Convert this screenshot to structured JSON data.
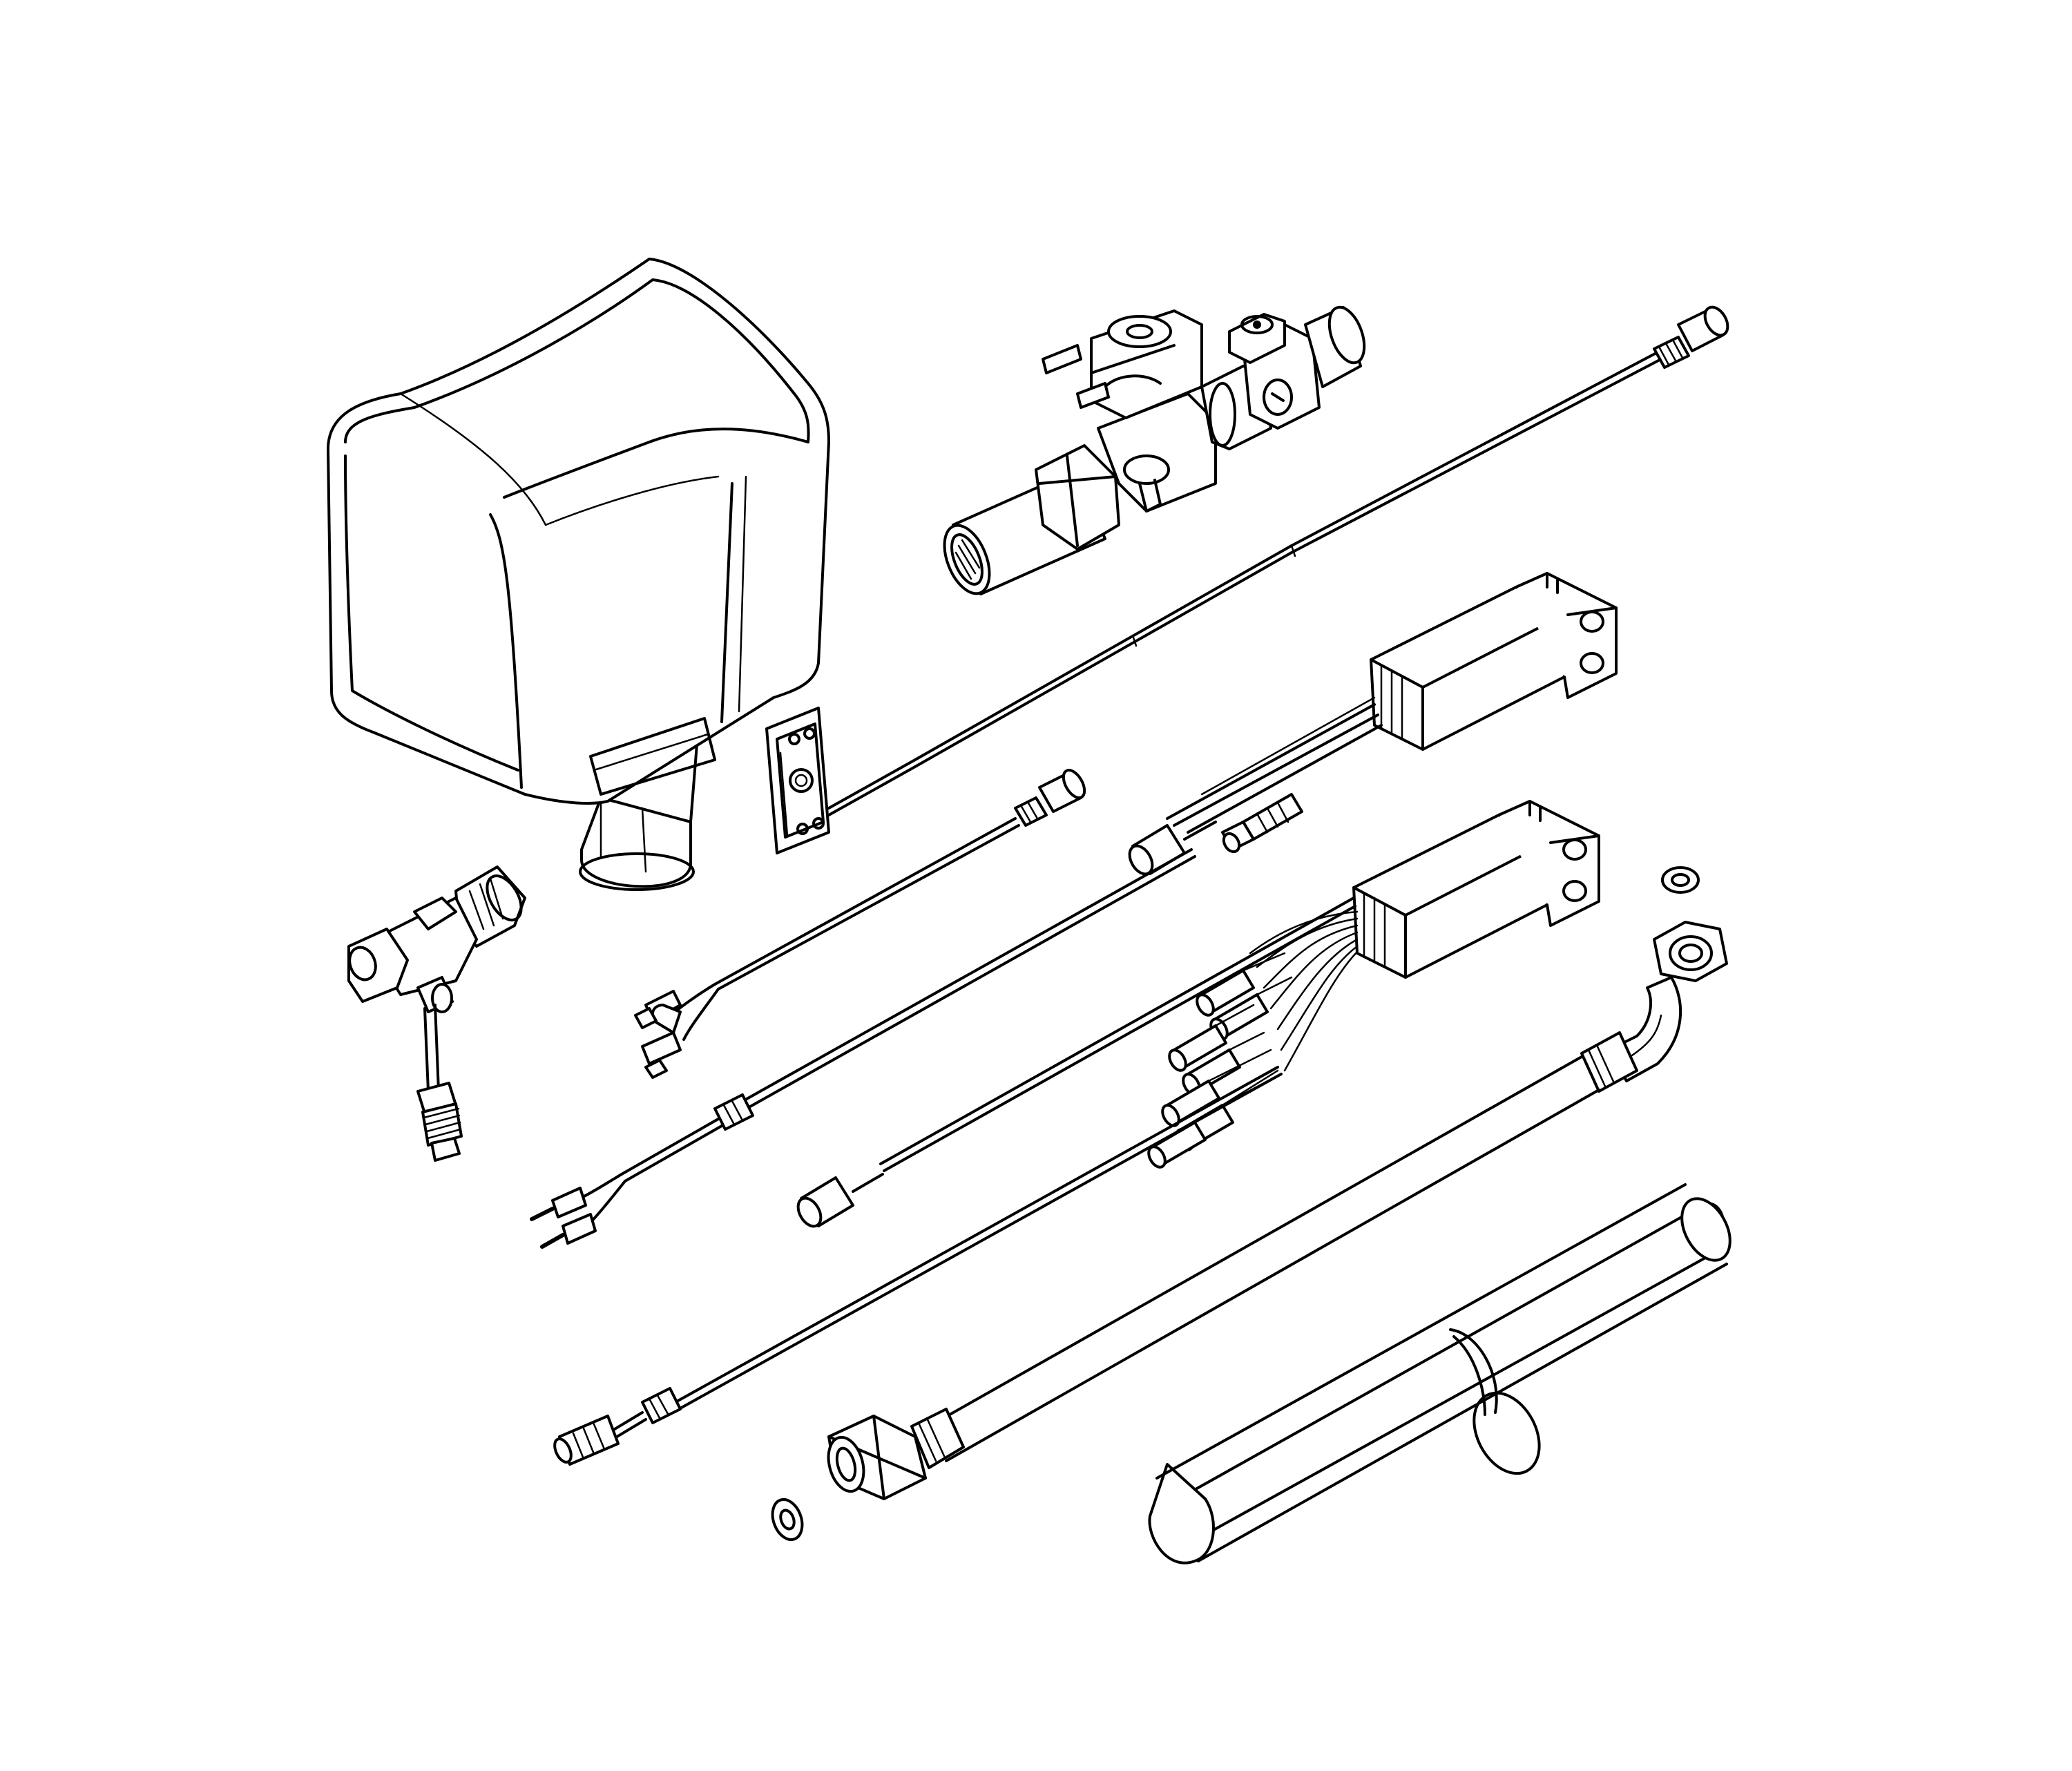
{
  "diagram": {
    "background": "#ffffff",
    "line_color": "#000000",
    "components": [
      {
        "name": "housing-cover"
      },
      {
        "name": "solenoid-valve-assembly"
      },
      {
        "name": "probe-cable-long"
      },
      {
        "name": "mounting-plate"
      },
      {
        "name": "terminal-cable-short"
      },
      {
        "name": "control-module-upper"
      },
      {
        "name": "control-module-lower"
      },
      {
        "name": "tee-fitting"
      },
      {
        "name": "long-cable-fork-terminals"
      },
      {
        "name": "sensor-cable-lower"
      },
      {
        "name": "braided-hose"
      },
      {
        "name": "sealing-washers"
      },
      {
        "name": "cylinder-tube"
      }
    ]
  }
}
